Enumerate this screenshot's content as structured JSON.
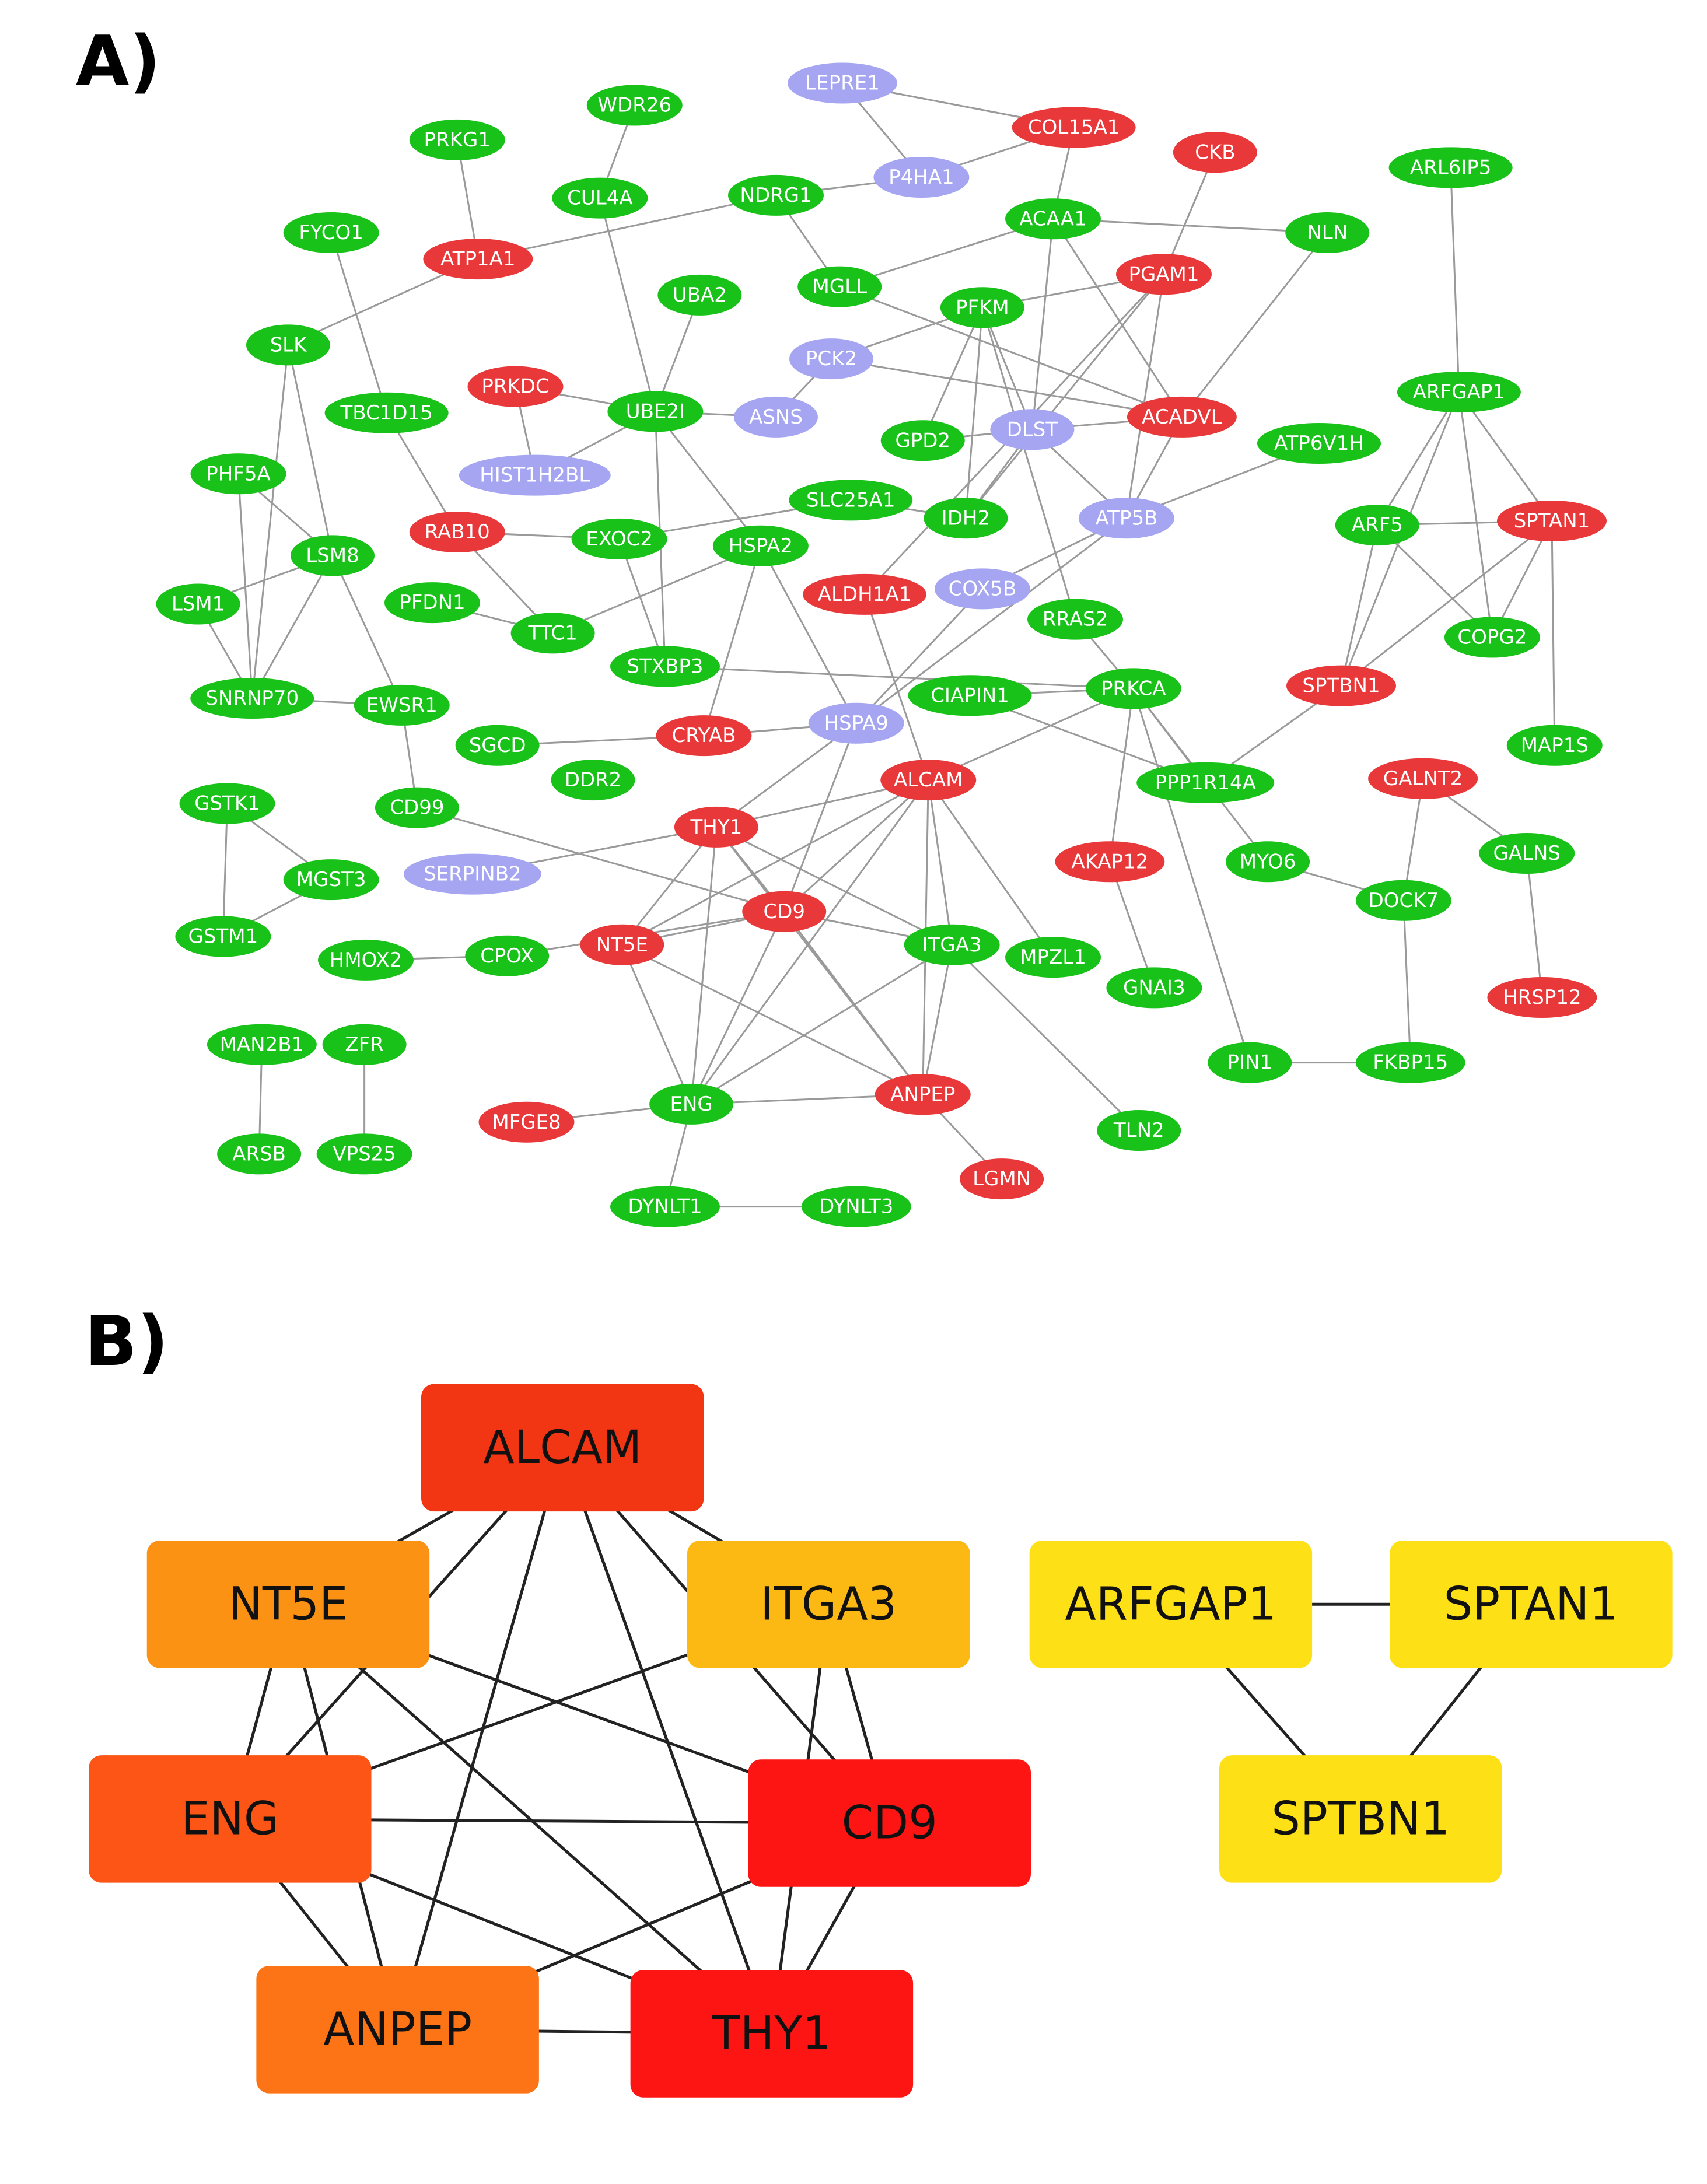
{
  "panel_a_label": "A)",
  "panel_b_label": "B)",
  "colors": {
    "green": "#19c219",
    "red": "#e8383a",
    "purple": "#a5a5f2",
    "edge_a": "#9a9a9a",
    "edge_b": "#222222"
  },
  "network_a": {
    "nodes": [
      {
        "id": "LEPRE1",
        "c": "purple"
      },
      {
        "id": "COL15A1",
        "c": "red"
      },
      {
        "id": "P4HA1",
        "c": "purple"
      },
      {
        "id": "WDR26",
        "c": "green"
      },
      {
        "id": "PRKG1",
        "c": "green"
      },
      {
        "id": "CKB",
        "c": "red"
      },
      {
        "id": "ARL6IP5",
        "c": "green"
      },
      {
        "id": "CUL4A",
        "c": "green"
      },
      {
        "id": "NDRG1",
        "c": "green"
      },
      {
        "id": "ACAA1",
        "c": "green"
      },
      {
        "id": "FYCO1",
        "c": "green"
      },
      {
        "id": "NLN",
        "c": "green"
      },
      {
        "id": "ATP1A1",
        "c": "red"
      },
      {
        "id": "PGAM1",
        "c": "red"
      },
      {
        "id": "MGLL",
        "c": "green"
      },
      {
        "id": "UBA2",
        "c": "green"
      },
      {
        "id": "PFKM",
        "c": "green"
      },
      {
        "id": "SLK",
        "c": "green"
      },
      {
        "id": "PCK2",
        "c": "purple"
      },
      {
        "id": "PRKDC",
        "c": "red"
      },
      {
        "id": "ARFGAP1",
        "c": "green"
      },
      {
        "id": "TBC1D15",
        "c": "green"
      },
      {
        "id": "UBE2I",
        "c": "green"
      },
      {
        "id": "ASNS",
        "c": "purple"
      },
      {
        "id": "ACADVL",
        "c": "red"
      },
      {
        "id": "DLST",
        "c": "purple"
      },
      {
        "id": "GPD2",
        "c": "green"
      },
      {
        "id": "ATP6V1H",
        "c": "green"
      },
      {
        "id": "PHF5A",
        "c": "green"
      },
      {
        "id": "HIST1H2BL",
        "c": "purple"
      },
      {
        "id": "SLC25A1",
        "c": "green"
      },
      {
        "id": "IDH2",
        "c": "green"
      },
      {
        "id": "ATP5B",
        "c": "purple"
      },
      {
        "id": "ARF5",
        "c": "green"
      },
      {
        "id": "SPTAN1",
        "c": "red"
      },
      {
        "id": "RAB10",
        "c": "red"
      },
      {
        "id": "EXOC2",
        "c": "green"
      },
      {
        "id": "HSPA2",
        "c": "green"
      },
      {
        "id": "LSM8",
        "c": "green"
      },
      {
        "id": "ALDH1A1",
        "c": "red"
      },
      {
        "id": "COX5B",
        "c": "purple"
      },
      {
        "id": "LSM1",
        "c": "green"
      },
      {
        "id": "PFDN1",
        "c": "green"
      },
      {
        "id": "TTC1",
        "c": "green"
      },
      {
        "id": "RRAS2",
        "c": "green"
      },
      {
        "id": "COPG2",
        "c": "green"
      },
      {
        "id": "STXBP3",
        "c": "green"
      },
      {
        "id": "SPTBN1",
        "c": "red"
      },
      {
        "id": "PRKCA",
        "c": "green"
      },
      {
        "id": "CIAPIN1",
        "c": "green"
      },
      {
        "id": "SNRNP70",
        "c": "green"
      },
      {
        "id": "EWSR1",
        "c": "green"
      },
      {
        "id": "HSPA9",
        "c": "purple"
      },
      {
        "id": "CRYAB",
        "c": "red"
      },
      {
        "id": "SGCD",
        "c": "green"
      },
      {
        "id": "MAP1S",
        "c": "green"
      },
      {
        "id": "DDR2",
        "c": "green"
      },
      {
        "id": "ALCAM",
        "c": "red"
      },
      {
        "id": "GALNT2",
        "c": "red"
      },
      {
        "id": "PPP1R14A",
        "c": "green"
      },
      {
        "id": "GSTK1",
        "c": "green"
      },
      {
        "id": "CD99",
        "c": "green"
      },
      {
        "id": "THY1",
        "c": "red"
      },
      {
        "id": "GALNS",
        "c": "green"
      },
      {
        "id": "SERPINB2",
        "c": "purple"
      },
      {
        "id": "MGST3",
        "c": "green"
      },
      {
        "id": "AKAP12",
        "c": "red"
      },
      {
        "id": "MYO6",
        "c": "green"
      },
      {
        "id": "DOCK7",
        "c": "green"
      },
      {
        "id": "CD9",
        "c": "red"
      },
      {
        "id": "GSTM1",
        "c": "green"
      },
      {
        "id": "NT5E",
        "c": "red"
      },
      {
        "id": "ITGA3",
        "c": "green"
      },
      {
        "id": "CPOX",
        "c": "green"
      },
      {
        "id": "HMOX2",
        "c": "green"
      },
      {
        "id": "MPZL1",
        "c": "green"
      },
      {
        "id": "GNAI3",
        "c": "green"
      },
      {
        "id": "HRSP12",
        "c": "red"
      },
      {
        "id": "MAN2B1",
        "c": "green"
      },
      {
        "id": "ZFR",
        "c": "green"
      },
      {
        "id": "PIN1",
        "c": "green"
      },
      {
        "id": "FKBP15",
        "c": "green"
      },
      {
        "id": "ANPEP",
        "c": "red"
      },
      {
        "id": "ENG",
        "c": "green"
      },
      {
        "id": "MFGE8",
        "c": "red"
      },
      {
        "id": "TLN2",
        "c": "green"
      },
      {
        "id": "ARSB",
        "c": "green"
      },
      {
        "id": "VPS25",
        "c": "green"
      },
      {
        "id": "LGMN",
        "c": "red"
      },
      {
        "id": "DYNLT1",
        "c": "green"
      },
      {
        "id": "DYNLT3",
        "c": "green"
      }
    ],
    "edges": [
      [
        "LEPRE1",
        "COL15A1"
      ],
      [
        "LEPRE1",
        "P4HA1"
      ],
      [
        "COL15A1",
        "P4HA1"
      ],
      [
        "COL15A1",
        "ACAA1"
      ],
      [
        "P4HA1",
        "NDRG1"
      ],
      [
        "WDR26",
        "CUL4A"
      ],
      [
        "PRKG1",
        "ATP1A1"
      ],
      [
        "NDRG1",
        "ATP1A1"
      ],
      [
        "NDRG1",
        "MGLL"
      ],
      [
        "CUL4A",
        "UBE2I"
      ],
      [
        "ACAA1",
        "NLN"
      ],
      [
        "ACAA1",
        "MGLL"
      ],
      [
        "ACAA1",
        "DLST"
      ],
      [
        "ACAA1",
        "ACADVL"
      ],
      [
        "CKB",
        "PGAM1"
      ],
      [
        "PGAM1",
        "PFKM"
      ],
      [
        "PGAM1",
        "IDH2"
      ],
      [
        "PGAM1",
        "ALDH1A1"
      ],
      [
        "PGAM1",
        "ATP5B"
      ],
      [
        "MGLL",
        "ACADVL"
      ],
      [
        "PFKM",
        "PCK2"
      ],
      [
        "PFKM",
        "GPD2"
      ],
      [
        "PFKM",
        "IDH2"
      ],
      [
        "PFKM",
        "DLST"
      ],
      [
        "PFKM",
        "RRAS2"
      ],
      [
        "PCK2",
        "ASNS"
      ],
      [
        "PCK2",
        "ACADVL"
      ],
      [
        "DLST",
        "GPD2"
      ],
      [
        "DLST",
        "IDH2"
      ],
      [
        "DLST",
        "ATP5B"
      ],
      [
        "DLST",
        "ACADVL"
      ],
      [
        "NLN",
        "ACADVL"
      ],
      [
        "ACADVL",
        "ATP5B"
      ],
      [
        "ATP5B",
        "ATP6V1H"
      ],
      [
        "ATP5B",
        "COX5B"
      ],
      [
        "ATP5B",
        "HSPA9"
      ],
      [
        "FYCO1",
        "TBC1D15"
      ],
      [
        "TBC1D15",
        "RAB10"
      ],
      [
        "ATP1A1",
        "SLK"
      ],
      [
        "SLK",
        "LSM8"
      ],
      [
        "UBA2",
        "UBE2I"
      ],
      [
        "PRKDC",
        "UBE2I"
      ],
      [
        "PRKDC",
        "HIST1H2BL"
      ],
      [
        "UBE2I",
        "ASNS"
      ],
      [
        "UBE2I",
        "HSPA2"
      ],
      [
        "UBE2I",
        "STXBP3"
      ],
      [
        "UBE2I",
        "HIST1H2BL"
      ],
      [
        "SLC25A1",
        "EXOC2"
      ],
      [
        "SLC25A1",
        "IDH2"
      ],
      [
        "RAB10",
        "EXOC2"
      ],
      [
        "RAB10",
        "TTC1"
      ],
      [
        "EXOC2",
        "STXBP3"
      ],
      [
        "HSPA2",
        "CRYAB"
      ],
      [
        "HSPA2",
        "HSPA9"
      ],
      [
        "PFDN1",
        "TTC1"
      ],
      [
        "TTC1",
        "HSPA2"
      ],
      [
        "STXBP3",
        "PRKCA"
      ],
      [
        "PHF5A",
        "LSM8"
      ],
      [
        "PHF5A",
        "SNRNP70"
      ],
      [
        "LSM8",
        "LSM1"
      ],
      [
        "LSM8",
        "SNRNP70"
      ],
      [
        "LSM8",
        "EWSR1"
      ],
      [
        "LSM1",
        "SNRNP70"
      ],
      [
        "SNRNP70",
        "EWSR1"
      ],
      [
        "EWSR1",
        "CD99"
      ],
      [
        "ALDH1A1",
        "ALCAM"
      ],
      [
        "COX5B",
        "HSPA9"
      ],
      [
        "RRAS2",
        "PRKCA"
      ],
      [
        "PRKCA",
        "ALCAM"
      ],
      [
        "PRKCA",
        "AKAP12"
      ],
      [
        "PRKCA",
        "PPP1R14A"
      ],
      [
        "PRKCA",
        "MYO6"
      ],
      [
        "PRKCA",
        "PIN1"
      ],
      [
        "PRKCA",
        "CIAPIN1"
      ],
      [
        "CIAPIN1",
        "PPP1R14A"
      ],
      [
        "CRYAB",
        "SGCD"
      ],
      [
        "CRYAB",
        "HSPA9"
      ],
      [
        "HSPA9",
        "THY1"
      ],
      [
        "HSPA9",
        "CD9"
      ],
      [
        "ALCAM",
        "THY1"
      ],
      [
        "ALCAM",
        "CD9"
      ],
      [
        "ALCAM",
        "NT5E"
      ],
      [
        "ALCAM",
        "ITGA3"
      ],
      [
        "ALCAM",
        "ENG"
      ],
      [
        "ALCAM",
        "ANPEP"
      ],
      [
        "ALCAM",
        "MPZL1"
      ],
      [
        "THY1",
        "CD9"
      ],
      [
        "THY1",
        "NT5E"
      ],
      [
        "THY1",
        "ENG"
      ],
      [
        "THY1",
        "ANPEP"
      ],
      [
        "THY1",
        "ITGA3"
      ],
      [
        "THY1",
        "SERPINB2"
      ],
      [
        "CD99",
        "CD9"
      ],
      [
        "CD9",
        "ITGA3"
      ],
      [
        "CD9",
        "ENG"
      ],
      [
        "CD9",
        "ANPEP"
      ],
      [
        "CD9",
        "CPOX"
      ],
      [
        "CD9",
        "NT5E"
      ],
      [
        "NT5E",
        "ENG"
      ],
      [
        "NT5E",
        "ANPEP"
      ],
      [
        "ITGA3",
        "ENG"
      ],
      [
        "ITGA3",
        "ANPEP"
      ],
      [
        "ITGA3",
        "TLN2"
      ],
      [
        "ENG",
        "ANPEP"
      ],
      [
        "ENG",
        "DYNLT1"
      ],
      [
        "ENG",
        "MFGE8"
      ],
      [
        "ANPEP",
        "LGMN"
      ],
      [
        "DYNLT1",
        "DYNLT3"
      ],
      [
        "ARL6IP5",
        "ARFGAP1"
      ],
      [
        "ARFGAP1",
        "ARF5"
      ],
      [
        "ARFGAP1",
        "SPTAN1"
      ],
      [
        "ARFGAP1",
        "COPG2"
      ],
      [
        "ARFGAP1",
        "SPTBN1"
      ],
      [
        "ARF5",
        "SPTAN1"
      ],
      [
        "ARF5",
        "COPG2"
      ],
      [
        "ARF5",
        "SPTBN1"
      ],
      [
        "SPTAN1",
        "SPTBN1"
      ],
      [
        "SPTAN1",
        "COPG2"
      ],
      [
        "SPTAN1",
        "MAP1S"
      ],
      [
        "SPTBN1",
        "PPP1R14A"
      ],
      [
        "GALNT2",
        "DOCK7"
      ],
      [
        "GALNT2",
        "GALNS"
      ],
      [
        "GALNS",
        "HRSP12"
      ],
      [
        "MYO6",
        "DOCK7"
      ],
      [
        "DOCK7",
        "FKBP15"
      ],
      [
        "PIN1",
        "FKBP15"
      ],
      [
        "AKAP12",
        "GNAI3"
      ],
      [
        "GSTK1",
        "GSTM1"
      ],
      [
        "GSTK1",
        "MGST3"
      ],
      [
        "MGST3",
        "GSTM1"
      ],
      [
        "HMOX2",
        "CPOX"
      ],
      [
        "MAN2B1",
        "ARSB"
      ],
      [
        "ZFR",
        "VPS25"
      ],
      [
        "SLK",
        "SNRNP70"
      ]
    ]
  },
  "network_b": {
    "nodes": [
      {
        "id": "ALCAM",
        "color": "#f23512"
      },
      {
        "id": "NT5E",
        "color": "#fb9214"
      },
      {
        "id": "ITGA3",
        "color": "#fcb914"
      },
      {
        "id": "ENG",
        "color": "#fc5516"
      },
      {
        "id": "CD9",
        "color": "#fd1513"
      },
      {
        "id": "ANPEP",
        "color": "#fc7416"
      },
      {
        "id": "THY1",
        "color": "#fd1513"
      },
      {
        "id": "ARFGAP1",
        "color": "#fde016"
      },
      {
        "id": "SPTAN1",
        "color": "#fde016"
      },
      {
        "id": "SPTBN1",
        "color": "#fde016"
      }
    ],
    "edges": [
      [
        "ALCAM",
        "NT5E"
      ],
      [
        "ALCAM",
        "ITGA3"
      ],
      [
        "ALCAM",
        "ENG"
      ],
      [
        "ALCAM",
        "CD9"
      ],
      [
        "ALCAM",
        "ANPEP"
      ],
      [
        "ALCAM",
        "THY1"
      ],
      [
        "NT5E",
        "ENG"
      ],
      [
        "NT5E",
        "CD9"
      ],
      [
        "NT5E",
        "ANPEP"
      ],
      [
        "NT5E",
        "THY1"
      ],
      [
        "ITGA3",
        "ENG"
      ],
      [
        "ITGA3",
        "CD9"
      ],
      [
        "ITGA3",
        "THY1"
      ],
      [
        "ENG",
        "CD9"
      ],
      [
        "ENG",
        "ANPEP"
      ],
      [
        "ENG",
        "THY1"
      ],
      [
        "CD9",
        "ANPEP"
      ],
      [
        "CD9",
        "THY1"
      ],
      [
        "ANPEP",
        "THY1"
      ],
      [
        "ARFGAP1",
        "SPTAN1"
      ],
      [
        "ARFGAP1",
        "SPTBN1"
      ],
      [
        "SPTAN1",
        "SPTBN1"
      ]
    ]
  }
}
